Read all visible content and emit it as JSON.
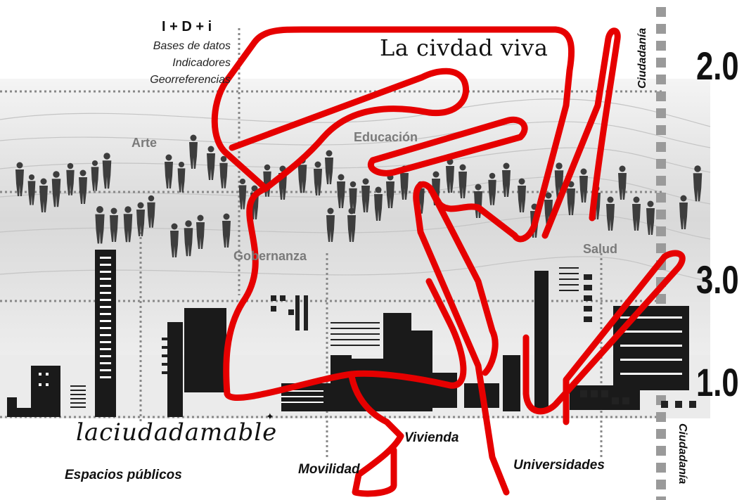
{
  "header": {
    "title": "I + D + i",
    "lines": [
      "Bases de datos",
      "Indicadores",
      "Georreferencias"
    ]
  },
  "main_title": "La civdad viva",
  "categories": {
    "arte": "Arte",
    "educacion": "Educación",
    "gobernanza": "Gobernanza",
    "salud": "Salud"
  },
  "versions": {
    "v20": "2.0",
    "v30": "3.0",
    "v10": "1.0"
  },
  "vertical_labels": {
    "top": "Ciudadanía",
    "bottom": "Ciudadanía"
  },
  "script_title": "laciudadamable",
  "bottom_labels": {
    "espacios": "Espacios públicos",
    "movilidad": "Movilidad",
    "vivienda": "Vivienda",
    "universidades": "Universidades"
  },
  "colors": {
    "accent_red": "#e60000",
    "ink": "#111111",
    "grey_label": "#7a7a7a"
  }
}
